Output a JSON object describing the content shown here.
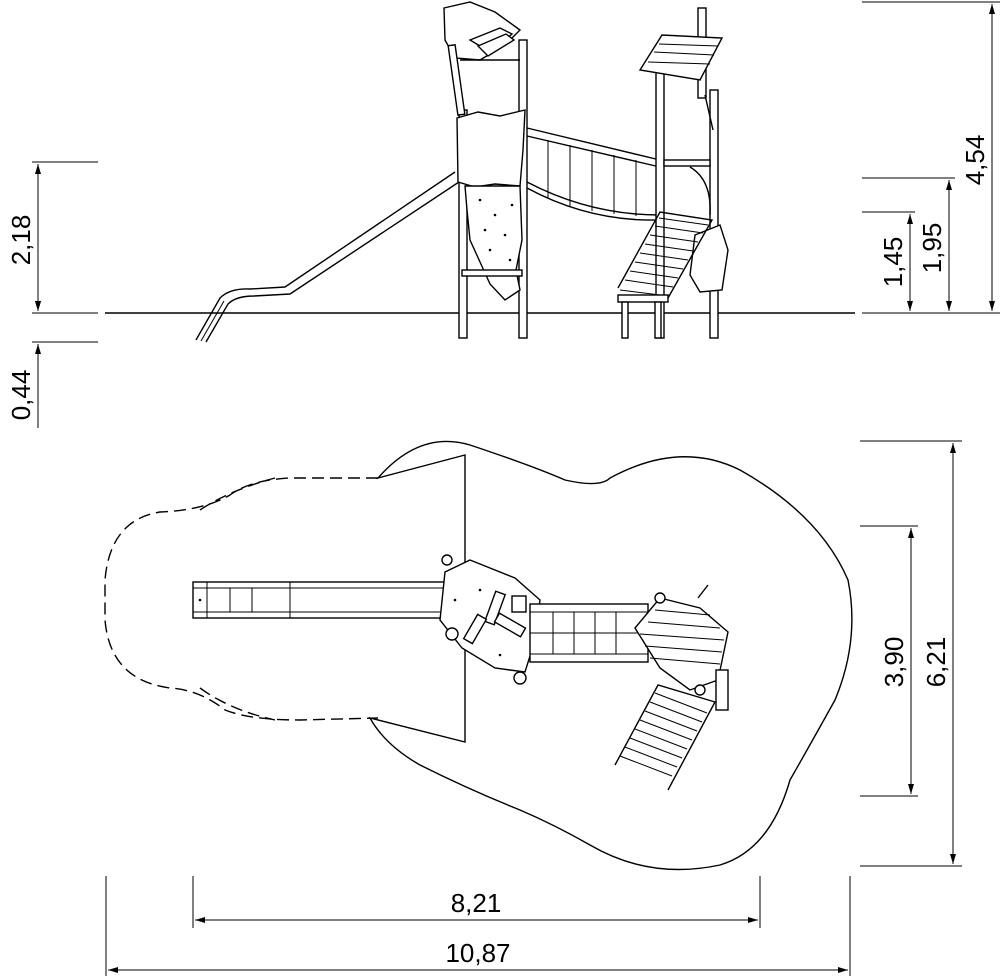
{
  "elevation": {
    "height_slide_platform": "2,18",
    "foundation_depth": "0,44",
    "height_total": "4,54",
    "height_bridge_high": "1,95",
    "height_bridge_low": "1,45"
  },
  "plan": {
    "depth_equipment": "3,90",
    "depth_safety_area": "6,21",
    "length_equipment": "8,21",
    "length_safety_area": "10,87"
  }
}
